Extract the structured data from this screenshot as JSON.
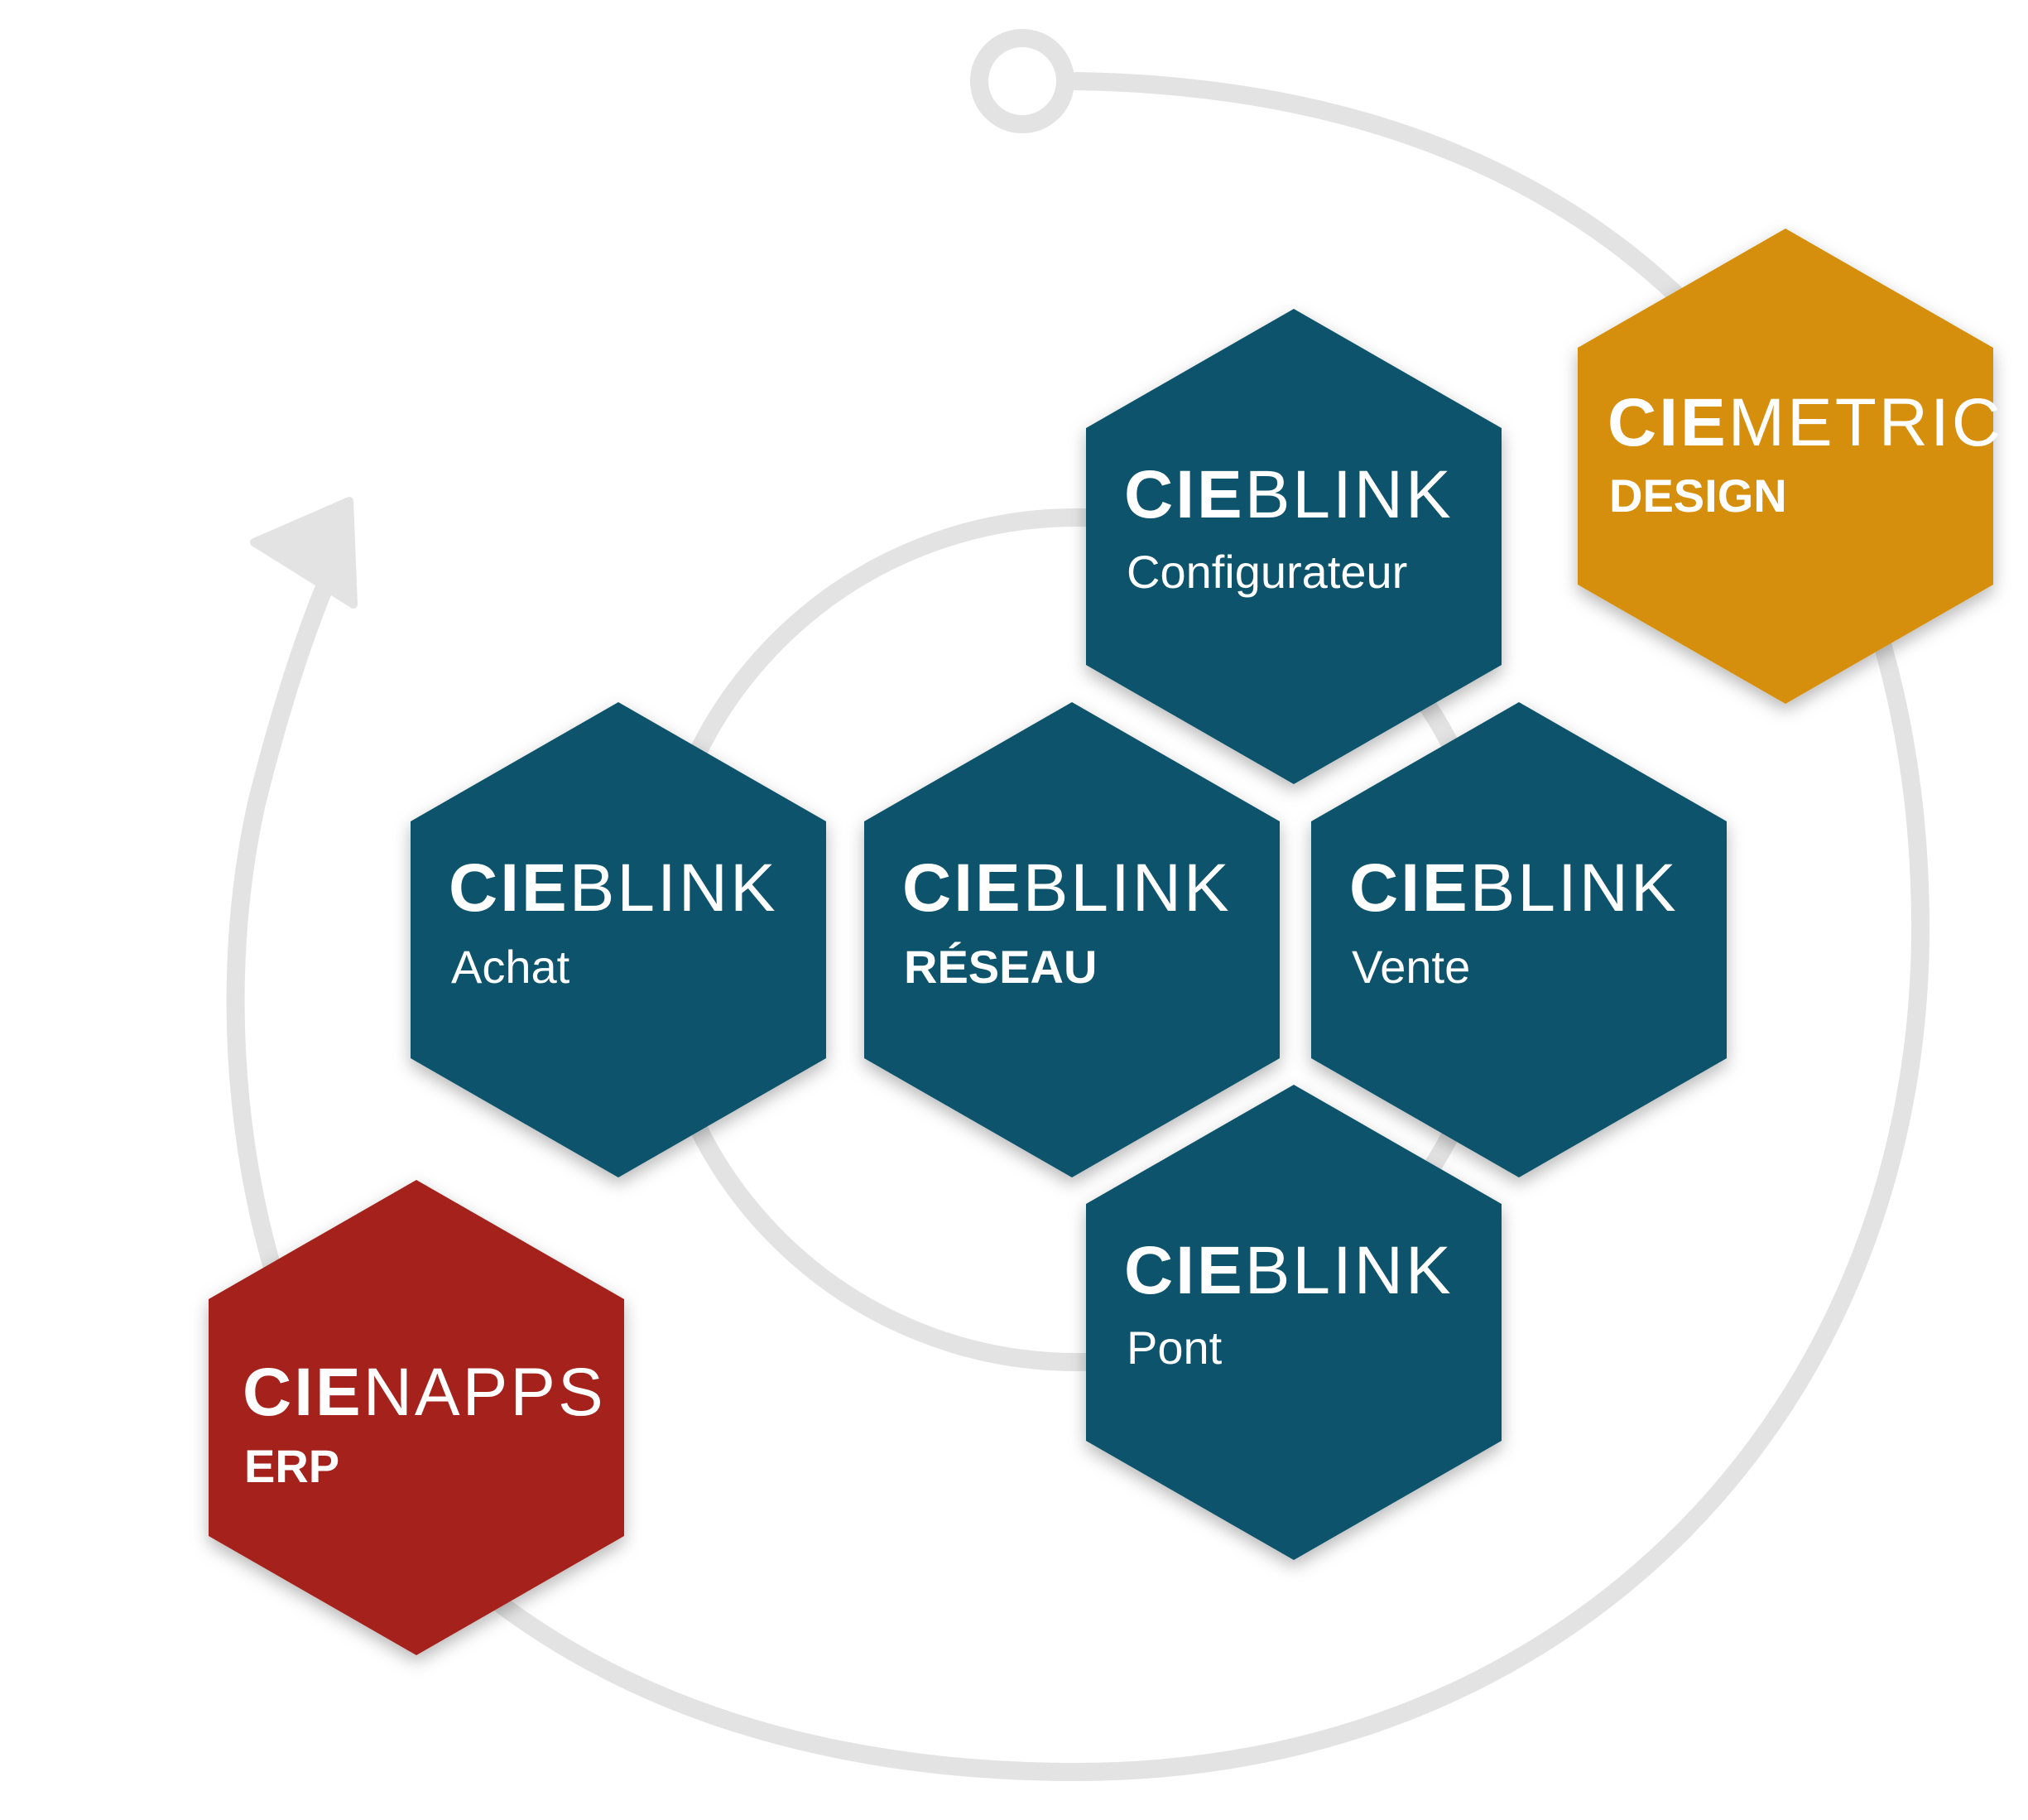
{
  "colors": {
    "blue": "#08536c",
    "red": "#a5231a",
    "gold": "#d68f07",
    "track": "#e3e3e3"
  },
  "hexagons": {
    "configurateur": {
      "brand": "CIE",
      "product": "BLINK",
      "subtitle": "Configurateur"
    },
    "metric": {
      "brand": "CIE",
      "product": "METRIC",
      "subtitle": "DESIGN"
    },
    "achat": {
      "brand": "CIE",
      "product": "BLINK",
      "subtitle": "Achat"
    },
    "reseau": {
      "brand": "CIE",
      "product": "BLINK",
      "subtitle": "RÉSEAU"
    },
    "vente": {
      "brand": "CIE",
      "product": "BLINK",
      "subtitle": "Vente"
    },
    "pont": {
      "brand": "CIE",
      "product": "BLINK",
      "subtitle": "Pont"
    },
    "napps": {
      "brand": "CIE",
      "product": "NAPPS",
      "subtitle": "ERP"
    }
  }
}
